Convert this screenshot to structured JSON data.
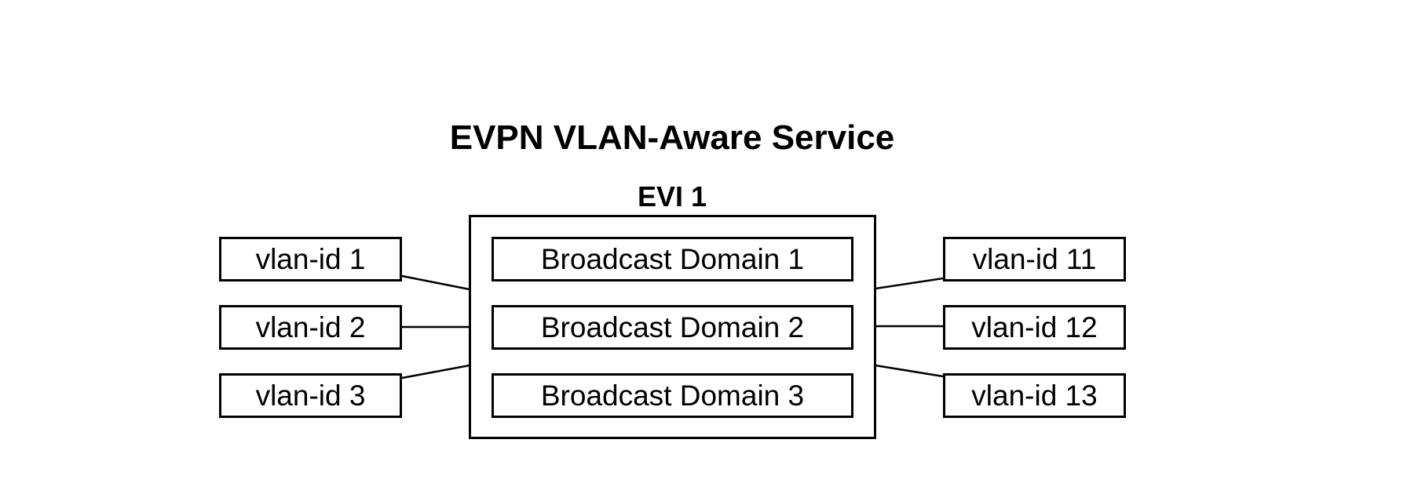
{
  "title": "EVPN VLAN-Aware Service",
  "evi": {
    "label": "EVI 1",
    "broadcast_domains": [
      "Broadcast Domain 1",
      "Broadcast Domain 2",
      "Broadcast Domain 3"
    ]
  },
  "left_vlans": [
    "vlan-id 1",
    "vlan-id 2",
    "vlan-id 3"
  ],
  "right_vlans": [
    "vlan-id 11",
    "vlan-id 12",
    "vlan-id 13"
  ],
  "colors": {
    "ink": "#000000",
    "background": "#ffffff"
  }
}
